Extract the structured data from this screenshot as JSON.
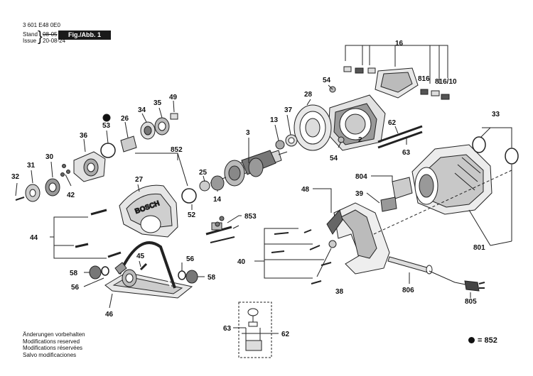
{
  "header": {
    "part_number": "3 601 E48 0E0",
    "stand_label": "Stand",
    "stand_value": "08-05",
    "issue_label": "Issue",
    "issue_value": "20-08-24",
    "figure_label": "Fig./Abb. 1"
  },
  "footer_notes": [
    "Änderungen vorbehalten",
    "Modifications reserved",
    "Modifications réservées",
    "Salvo modificaciones"
  ],
  "legend": {
    "symbol": "dot-icon",
    "text": "= 852"
  },
  "part_labels": {
    "p16": "16",
    "p816a": "816",
    "p816b": "816/10",
    "p54a": "54",
    "p28": "28",
    "p37": "37",
    "p13": "13",
    "p3": "3",
    "p2": "2",
    "p54b": "54",
    "p62": "62",
    "p63": "63",
    "p33": "33",
    "p804": "804",
    "p39": "39",
    "p48": "48",
    "p801": "801",
    "p49": "49",
    "p35": "35",
    "p34": "34",
    "p26": "26",
    "p53": "53",
    "p36": "36",
    "p852": "852",
    "p30": "30",
    "p31": "31",
    "p32": "32",
    "p42": "42",
    "p27": "27",
    "p25": "25",
    "p14": "14",
    "p52": "52",
    "p853": "853",
    "p44": "44",
    "p40": "40",
    "p38": "38",
    "p45": "45",
    "p56a": "56",
    "p58a": "58",
    "p56b": "56",
    "p58b": "58",
    "p46": "46",
    "p806": "806",
    "p805": "805",
    "p63b": "63",
    "p62b": "62"
  },
  "embossed_text": "BOSCH"
}
